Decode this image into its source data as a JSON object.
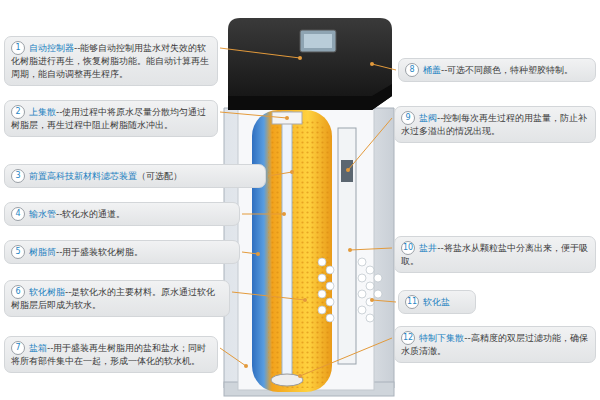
{
  "diagram": {
    "nodes": [
      {
        "text": [
          "1",
          "自动控制器",
          "--能够自动控制用盐水对失效的软化树脂进行再生，恢复树脂功能。能自动计算再生周期，能自动调整再生程序。"
        ]
      },
      {
        "text": [
          "2",
          "上集散",
          "--使用过程中将原水尽量分散均匀通过树脂层，再生过程中阻止树脂随水冲出。"
        ]
      },
      {
        "text": [
          "3",
          "前置高科技新材料滤芯装置",
          "（可选配）"
        ]
      },
      {
        "text": [
          "4",
          "输水管",
          "--软化水的通道。"
        ]
      },
      {
        "text": [
          "5",
          "树脂筒",
          "--用于盛装软化树脂。"
        ]
      },
      {
        "text": [
          "6",
          "软化树脂",
          "--是软化水的主要材料。原水通过软化树脂层后即成为软水。"
        ]
      },
      {
        "text": [
          "7",
          "盐箱",
          "--用于盛装再生树脂用的盐和盐水；同时将所有部件集中在一起，形成一体化的软水机。"
        ]
      },
      {
        "text": [
          "8",
          "桶盖",
          "--可选不同颜色，特种塑胶特制。"
        ]
      },
      {
        "text": [
          "9",
          "盐阀",
          "--控制每次再生过程的用盐量，防止补水过多溢出的情况出现。"
        ]
      },
      {
        "text": [
          "10",
          "盐井",
          "--将盐水从颗粒盐中分离出来，便于吸取。"
        ]
      },
      {
        "text": [
          "11",
          "软化盐"
        ]
      },
      {
        "text": [
          "12",
          "特制下集散",
          "--高精度的双层过滤功能，确保水质清澈。"
        ]
      }
    ]
  }
}
